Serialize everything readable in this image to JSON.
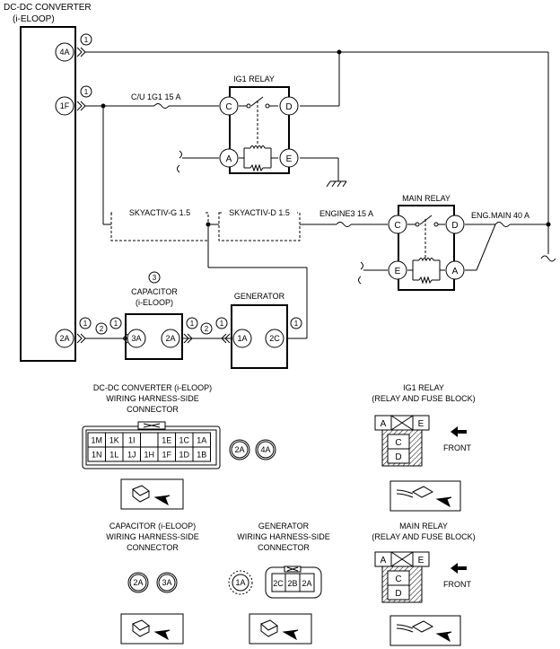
{
  "dcdc_title": [
    "DC-DC CONVERTER",
    "(i-ELOOP)"
  ],
  "pins_dcdc": [
    "4A",
    "1F",
    "2A"
  ],
  "circled_nums": [
    "1",
    "2",
    "3"
  ],
  "fuses": {
    "cu_ig1": "C/U 1G1 15 A",
    "engine3": "ENGINE3 15 A",
    "eng_main": "ENG.MAIN 40 A"
  },
  "ig1_relay": {
    "title": "IG1 RELAY",
    "pins": [
      "C",
      "D",
      "A",
      "E"
    ]
  },
  "main_relay": {
    "title": "MAIN RELAY",
    "pins": [
      "C",
      "D",
      "E",
      "A"
    ]
  },
  "skyactiv": {
    "g": "SKYACTIV-G 1.5",
    "d": "SKYACTIV-D 1.5"
  },
  "capacitor": {
    "title": [
      "CAPACITOR",
      "(i-ELOOP)"
    ],
    "pins": [
      "3A",
      "2A"
    ]
  },
  "generator": {
    "title": "GENERATOR",
    "pins": [
      "1A",
      "2C"
    ]
  },
  "conn_dcdc": {
    "title": [
      "DC-DC CONVERTER (i-ELOOP)",
      "WIRING HARNESS-SIDE",
      "CONNECTOR"
    ],
    "row1": [
      "1M",
      "1K",
      "1I",
      "",
      "1E",
      "1C",
      "1A"
    ],
    "row2": [
      "1N",
      "1L",
      "1J",
      "1H",
      "1F",
      "1D",
      "1B"
    ],
    "extra": [
      "2A",
      "4A"
    ]
  },
  "conn_ig1": {
    "title": [
      "IG1 RELAY",
      "(RELAY AND FUSE BLOCK)"
    ],
    "cells": [
      "A",
      "E",
      "C",
      "D"
    ],
    "front": "FRONT"
  },
  "conn_cap": {
    "title": [
      "CAPACITOR (i-ELOOP)",
      "WIRING HARNESS-SIDE",
      "CONNECTOR"
    ],
    "pins": [
      "2A",
      "3A"
    ]
  },
  "conn_gen": {
    "title": [
      "GENERATOR",
      "WIRING HARNESS-SIDE",
      "CONNECTOR"
    ],
    "pin_1a": "1A",
    "pins": [
      "2C",
      "2B",
      "2A"
    ]
  },
  "conn_main": {
    "title": [
      "MAIN RELAY",
      "(RELAY AND FUSE BLOCK)"
    ],
    "cells": [
      "A",
      "E",
      "C",
      "D"
    ],
    "front": "FRONT"
  }
}
